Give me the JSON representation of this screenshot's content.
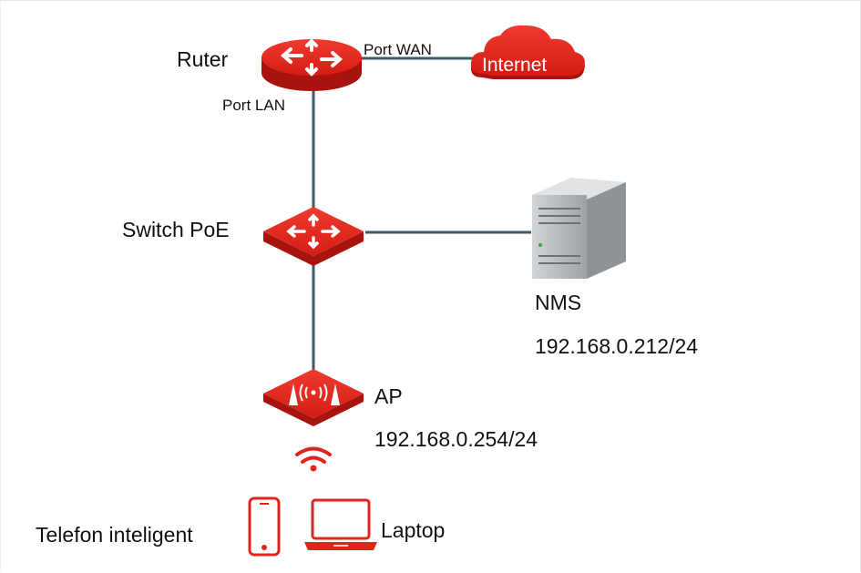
{
  "labels": {
    "router": "Ruter",
    "port_wan": "Port WAN",
    "internet": "Internet",
    "port_lan": "Port LAN",
    "switch": "Switch PoE",
    "nms": "NMS",
    "nms_ip": "192.168.0.212/24",
    "ap": "AP",
    "ap_ip": "192.168.0.254/24",
    "phone": "Telefon inteligent",
    "laptop": "Laptop"
  },
  "colors": {
    "device_red": "#e2231a",
    "device_red_dark": "#a8130d",
    "link_line": "#3d5a66",
    "server_gray": "#b9bcbf"
  },
  "icons": [
    "router-icon",
    "cloud-icon",
    "switch-icon",
    "server-icon",
    "access-point-icon",
    "wifi-signal-icon",
    "smartphone-icon",
    "laptop-icon"
  ]
}
